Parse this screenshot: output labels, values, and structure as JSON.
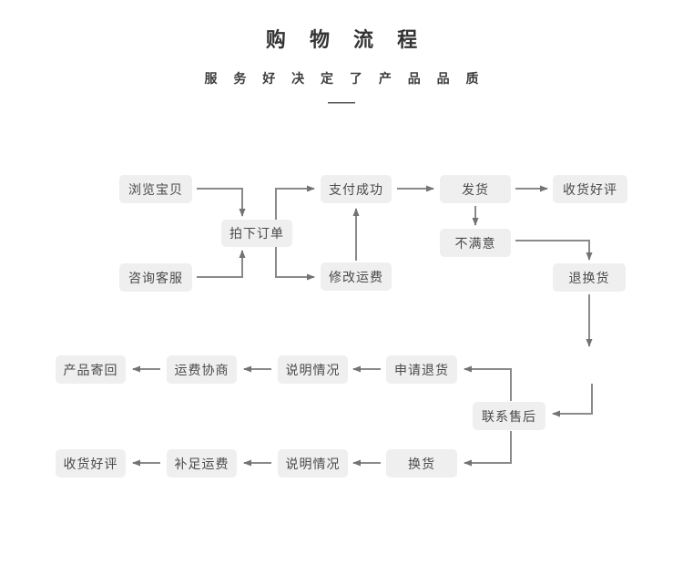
{
  "header": {
    "title": "购 物 流 程",
    "subtitle": "服 务 好 决 定 了 产 品 品 质",
    "dash": "——"
  },
  "colors": {
    "background": "#ffffff",
    "node_background": "#efefef",
    "node_text": "#4a4a4a",
    "arrow": "#8a8a8a",
    "title_text": "#333333"
  },
  "nodes": {
    "browse": {
      "label": "浏览宝贝"
    },
    "consult": {
      "label": "咨询客服"
    },
    "order": {
      "label": "拍下订单"
    },
    "pay": {
      "label": "支付成功"
    },
    "modify": {
      "label": "修改运费"
    },
    "ship": {
      "label": "发货"
    },
    "unsatisfied": {
      "label": "不满意"
    },
    "receive_top": {
      "label": "收货好评"
    },
    "return_exchange": {
      "label": "退换货"
    },
    "contact": {
      "label": "联系售后"
    },
    "apply_return": {
      "label": "申请退货"
    },
    "explain_a": {
      "label": "说明情况"
    },
    "negotiate": {
      "label": "运费协商"
    },
    "send_back": {
      "label": "产品寄回"
    },
    "exchange": {
      "label": "换货"
    },
    "explain_b": {
      "label": "说明情况"
    },
    "makeup": {
      "label": "补足运费"
    },
    "receive_bottom": {
      "label": "收货好评"
    }
  },
  "edges": [
    {
      "from": "browse",
      "to": "order"
    },
    {
      "from": "consult",
      "to": "order"
    },
    {
      "from": "order",
      "to": "pay"
    },
    {
      "from": "order",
      "to": "modify"
    },
    {
      "from": "modify",
      "to": "pay"
    },
    {
      "from": "pay",
      "to": "ship"
    },
    {
      "from": "ship",
      "to": "receive_top"
    },
    {
      "from": "ship",
      "to": "unsatisfied"
    },
    {
      "from": "unsatisfied",
      "to": "return_exchange"
    },
    {
      "from": "return_exchange",
      "to": "contact"
    },
    {
      "from": "contact",
      "to": "apply_return"
    },
    {
      "from": "contact",
      "to": "exchange"
    },
    {
      "from": "apply_return",
      "to": "explain_a"
    },
    {
      "from": "explain_a",
      "to": "negotiate"
    },
    {
      "from": "negotiate",
      "to": "send_back"
    },
    {
      "from": "exchange",
      "to": "explain_b"
    },
    {
      "from": "explain_b",
      "to": "makeup"
    },
    {
      "from": "makeup",
      "to": "receive_bottom"
    }
  ]
}
